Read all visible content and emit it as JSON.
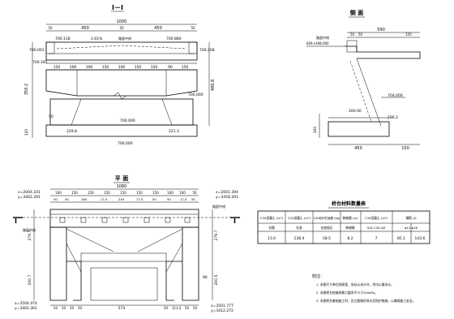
{
  "section_view": {
    "title": "I－I",
    "top_dims": [
      "1000",
      "450",
      "50",
      "450",
      "50",
      "50"
    ],
    "level_left": "700.118",
    "level_mid_left": "2.61%",
    "level_right": "700.880",
    "level_right2": "700.208",
    "level_left2": "700.001",
    "road_label": "路面中线",
    "level_left_low": "700.185",
    "dims_mid": [
      "150",
      "100",
      "100",
      "150",
      "100",
      "150",
      "150",
      "90",
      "150"
    ],
    "left_height": "350.2",
    "right_height": "480.8",
    "level_right_mid": "700.000",
    "bottom_level": "700.000",
    "bottom_left": "229.8",
    "bottom_right": "221.3",
    "bottom_dim": "50",
    "base_level": "700.000",
    "left_small": "120"
  },
  "side_view": {
    "title": "侧 面",
    "top_dim": "590",
    "top_dims": [
      "50",
      "50",
      "120"
    ],
    "label_left": "路面中线",
    "level_left": "K04+408.000",
    "level_mid": "704.000",
    "level_low": "200.00",
    "level_low2": "286.2",
    "dim_left": "100",
    "bottom_dims": [
      "450",
      "150"
    ]
  },
  "plan_view": {
    "title": "平 面",
    "top_dim": "1060",
    "top_dims": [
      "100",
      "150",
      "150",
      "150",
      "150",
      "150",
      "150",
      "100",
      "100",
      "50"
    ],
    "sub_dims": [
      "50",
      "50",
      "160",
      "17.5",
      "250",
      "17.5",
      "50",
      "50",
      "17.5",
      "50"
    ],
    "left_coord_top": "x=2004.101",
    "left_coord_top2": "y=3402.291",
    "right_coord_top": "x=2001.394",
    "right_coord_top2": "y=3458.201",
    "left_coord_bottom": "x=3504.474",
    "left_coord_bottom2": "y=3401.361",
    "right_coord_bottom": "x=3501.777",
    "right_coord_bottom2": "y=3412.272",
    "marker_left": "I",
    "marker_right": "I",
    "road_label": "路面中线",
    "side_dims_left": [
      "279.7",
      "200.7"
    ],
    "side_dims_right": [
      "279.7",
      "200.5"
    ],
    "bottom_dims": [
      "50",
      "50",
      "50",
      "50",
      "573",
      "50",
      "113.2",
      "50",
      "50"
    ],
    "mid_dim": "96",
    "label_ne": "路面中线"
  },
  "material_table": {
    "title": "桥台材料数量表",
    "headers": [
      "C30混凝土 (m³)",
      "C25混凝土 (m³)",
      "C40砼护栏钢筋 (kg)",
      "伸缩缝 (m)",
      "C30混凝土 (m³)",
      "钢筋 (t)"
    ],
    "header_sub": [
      "台帽",
      "台身",
      "支座垫石",
      "伸缩缝",
      "GQF-C40 GJZ",
      "φ12 φ16"
    ],
    "row": [
      "13.0",
      "138.4",
      "58.5",
      "8.2",
      "7",
      "85.1",
      "143.6"
    ]
  },
  "notes": {
    "title": "附注：",
    "lines": [
      "1. 本图尺寸单位除高程、坐标以米计外，余均以厘米计。",
      "2. 本图桥台地基承载力要求不小于250kPa。",
      "3. 本图桥台基础施工时，应注意做好排水及防护措施，以确保施工安全。"
    ]
  }
}
